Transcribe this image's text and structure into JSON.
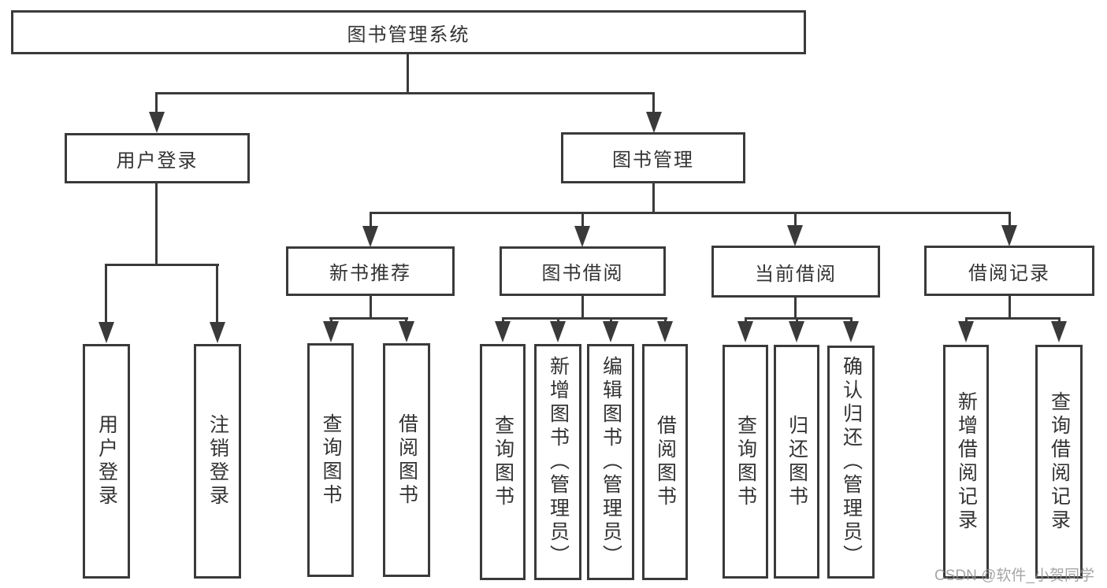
{
  "diagram": {
    "root": {
      "label": "图书管理系统"
    },
    "branches": [
      {
        "label": "用户登录",
        "children": [
          {
            "label": "用户登录"
          },
          {
            "label": "注销登录"
          }
        ]
      },
      {
        "label": "图书管理",
        "children": [
          {
            "label": "新书推荐",
            "children": [
              {
                "label": "查询图书"
              },
              {
                "label": "借阅图书"
              }
            ]
          },
          {
            "label": "图书借阅",
            "children": [
              {
                "label": "查询图书"
              },
              {
                "label": "新增图书（管理员）"
              },
              {
                "label": "编辑图书（管理员）"
              },
              {
                "label": "借阅图书"
              }
            ]
          },
          {
            "label": "当前借阅",
            "children": [
              {
                "label": "查询图书"
              },
              {
                "label": "归还图书"
              },
              {
                "label": "确认归还（管理员）"
              }
            ]
          },
          {
            "label": "借阅记录",
            "children": [
              {
                "label": "新增借阅记录"
              },
              {
                "label": "查询借阅记录"
              }
            ]
          }
        ]
      }
    ]
  },
  "watermark": {
    "text": "CSDN @软件_小贺同学"
  },
  "colors": {
    "line": "#3a3a3a",
    "text": "#333333",
    "watermark": "#919191",
    "background": "#ffffff"
  }
}
